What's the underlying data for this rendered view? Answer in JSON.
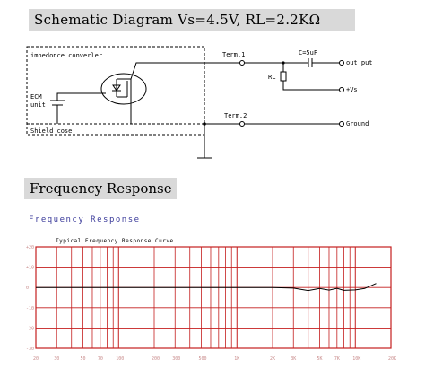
{
  "headings": {
    "schematic_title": "Schematic Diagram  Vs=4.5V, RL=2.2KΩ",
    "response_title": "Frequency Response"
  },
  "schematic": {
    "impedance_label": "impedonce converler",
    "ecm_label_1": "ECM",
    "ecm_label_2": "unit",
    "shield_label": "Shield cose",
    "term1_label": "Term.1",
    "term2_label": "Term.2",
    "capacitor_label": "C=5uF",
    "rl_label": "RL",
    "output_label": "out put",
    "vs_label": "+Vs",
    "ground_label": "Ground"
  },
  "chart_data": {
    "type": "line",
    "title": "Frequency Response",
    "subtitle": "Typical Frequency Response Curve",
    "y_tick_labels": [
      "+20",
      "+10",
      "0",
      "-10",
      "-20",
      "-30"
    ],
    "x_tick_labels": [
      "20",
      "30",
      "50",
      "70",
      "100",
      "200",
      "300",
      "500",
      "1K",
      "2K",
      "3K",
      "5K",
      "7K",
      "10K",
      "20K"
    ],
    "ylim": [
      -30,
      20
    ],
    "x_scale": "log",
    "xlim": [
      20,
      20000
    ],
    "grid": true,
    "series": [
      {
        "x": [
          20,
          50,
          100,
          200,
          500,
          1000,
          2000,
          3000,
          4000,
          5000,
          6000,
          7000,
          8000,
          10000,
          12000,
          15000
        ],
        "y": [
          0,
          0,
          0,
          0,
          0,
          0,
          0,
          -0.3,
          -1.5,
          -0.5,
          -1.3,
          -0.4,
          -1.4,
          -1.2,
          -0.5,
          2
        ]
      }
    ]
  }
}
